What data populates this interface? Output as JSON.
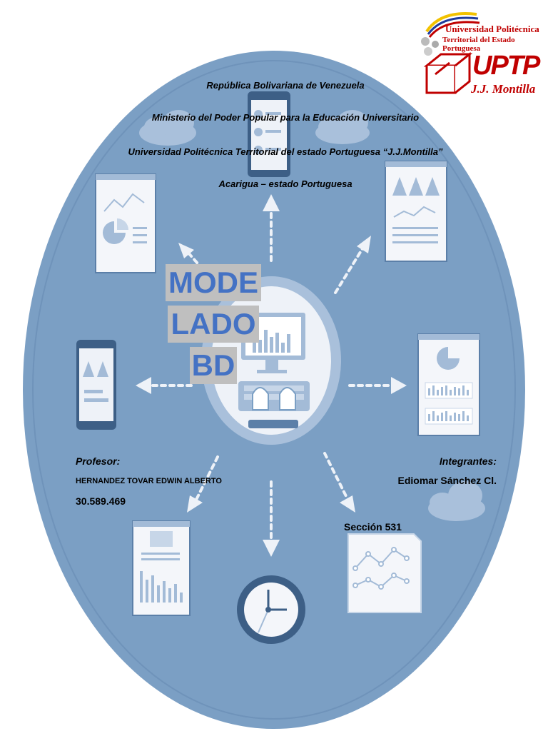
{
  "header": {
    "line1": "República Bolivariana de Venezuela",
    "line2": "Ministerio del Poder Popular para la Educación Universitario",
    "line3": "Universidad Politécnica Territorial del estado Portuguesa “J.J.Montilla”",
    "line4": "Acarigua – estado Portuguesa"
  },
  "logo": {
    "line1": "Universidad Politécnica",
    "line2": "Territorial del Estado Portuguesa",
    "acronym": "UPTP",
    "name": "J.J. Montilla"
  },
  "title": {
    "part1": "MODE",
    "part2": "LADO",
    "part3": "BD"
  },
  "profesor": {
    "label": "Profesor:",
    "name": "HERNANDEZ TOVAR EDWIN ALBERTO",
    "id": "30.589.469"
  },
  "integrantes": {
    "label": "Integrantes:",
    "name": "Ediomar Sánchez Cl."
  },
  "seccion": "Sección 531",
  "colors": {
    "oval": "#7b9fc4",
    "panel": "#f4f6fa",
    "accent": "#8aa8cc",
    "title": "#4472c4",
    "title_bg": "#bfbfbf",
    "logo_red": "#c00000"
  }
}
